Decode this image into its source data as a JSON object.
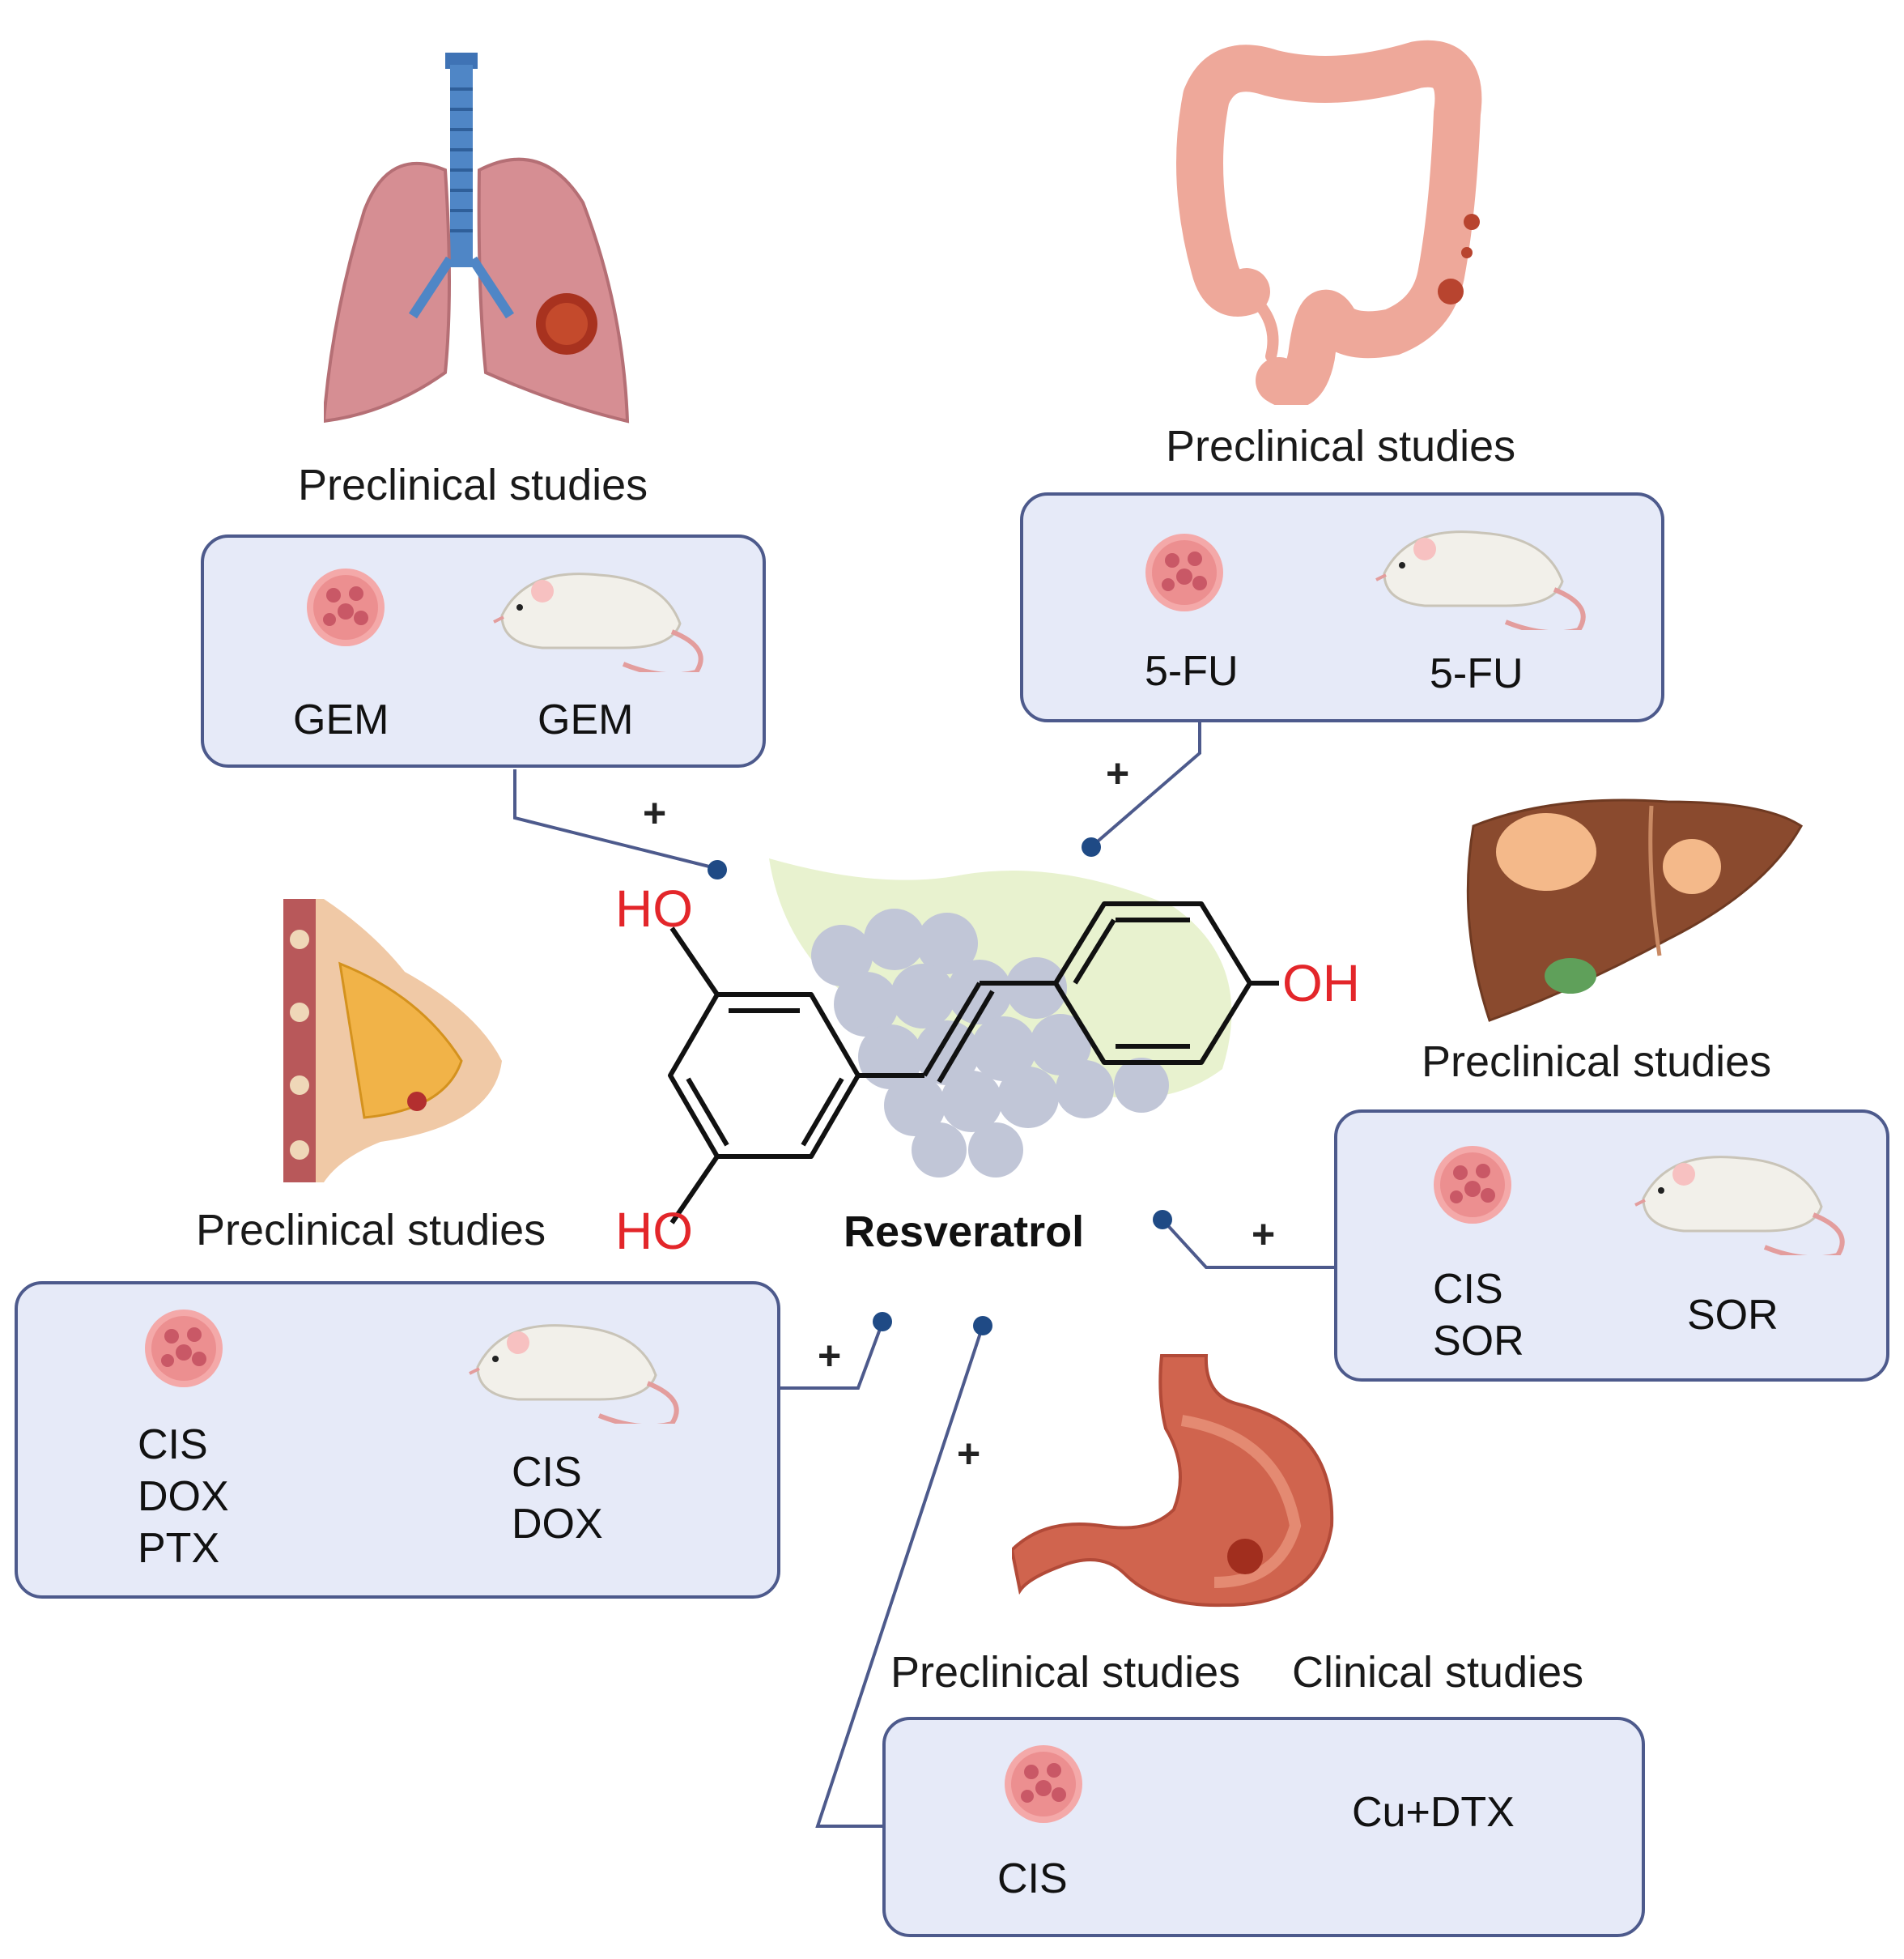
{
  "compound": {
    "name": "Resveratrol",
    "hydroxyl_labels": [
      "HO",
      "HO",
      "OH"
    ]
  },
  "panels": {
    "lung": {
      "heading": "Preclinical studies",
      "organ_icon": "lung-icon",
      "cell_drugs": "GEM",
      "mouse_drugs": "GEM",
      "effect": "+"
    },
    "colon": {
      "heading": "Preclinical studies",
      "organ_icon": "colon-icon",
      "cell_drugs": "5-FU",
      "mouse_drugs": "5-FU",
      "effect": "+"
    },
    "liver": {
      "heading": "Preclinical studies",
      "organ_icon": "liver-icon",
      "cell_drugs": "CIS\nSOR",
      "mouse_drugs": "SOR",
      "effect": "+"
    },
    "breast": {
      "heading": "Preclinical studies",
      "organ_icon": "breast-icon",
      "cell_drugs": "CIS\nDOX\nPTX",
      "mouse_drugs": "CIS\nDOX",
      "effect": "+"
    },
    "stomach": {
      "heading_preclinical": "Preclinical studies",
      "heading_clinical": "Clinical studies",
      "organ_icon": "stomach-icon",
      "cell_drugs": "CIS",
      "clinical_drugs": "Cu+DTX",
      "effect": "+"
    }
  },
  "colors": {
    "box_fill": "#e6eaf8",
    "box_border": "#4d5a8c",
    "connector": "#4d5a8c",
    "connector_dot": "#1f4a85",
    "hydroxyl": "#e3262a"
  }
}
